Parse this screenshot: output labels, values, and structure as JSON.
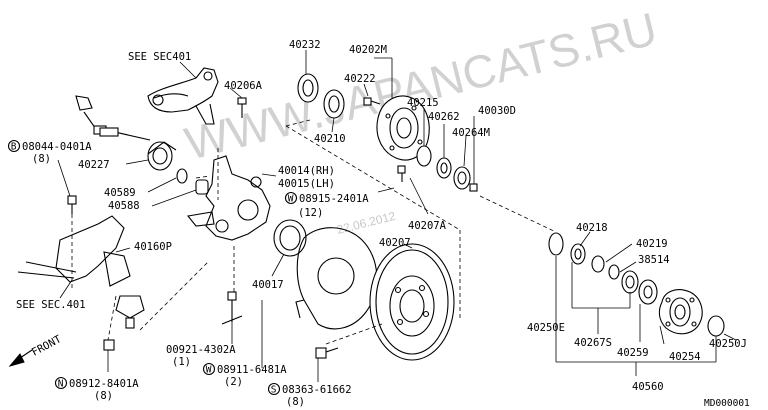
{
  "watermark": "WWW.JAPANCATS.RU",
  "date_stamp": "22.06.2012",
  "diagram_code": "MD000001",
  "labels": {
    "see_sec401_top": "SEE SEC401",
    "see_sec401_bottom": "SEE SEC.401",
    "front": "FRONT",
    "p40206a": "40206A",
    "p40232": "40232",
    "p40202m": "40202M",
    "p40222": "40222",
    "p40215": "40215",
    "p40210": "40210",
    "p40262": "40262",
    "p40030d": "40030D",
    "p40264m": "40264M",
    "b08044": "08044-0401A",
    "b08044_qty": "(8)",
    "p40227": "40227",
    "p40589": "40589",
    "p40588": "40588",
    "p40014": "40014(RH)",
    "p40015": "40015(LH)",
    "w08915": "08915-2401A",
    "w08915_qty": "(12)",
    "p40207a": "40207A",
    "p40160p": "40160P",
    "p40207": "40207",
    "p40017": "40017",
    "p40218": "40218",
    "p40219": "40219",
    "p38514": "38514",
    "p40250e": "40250E",
    "p40267s": "40267S",
    "p40259": "40259",
    "p40254": "40254",
    "p40250j": "40250J",
    "p40560": "40560",
    "p00921": "00921-4302A",
    "p00921_qty": "(1)",
    "w08911": "08911-6481A",
    "w08911_qty": "(2)",
    "s08363": "08363-61662",
    "s08363_qty": "(8)",
    "n08912": "08912-8401A",
    "n08912_qty": "(8)"
  },
  "prefix_letters": {
    "b": "B",
    "w": "W",
    "s": "S",
    "n": "N"
  }
}
